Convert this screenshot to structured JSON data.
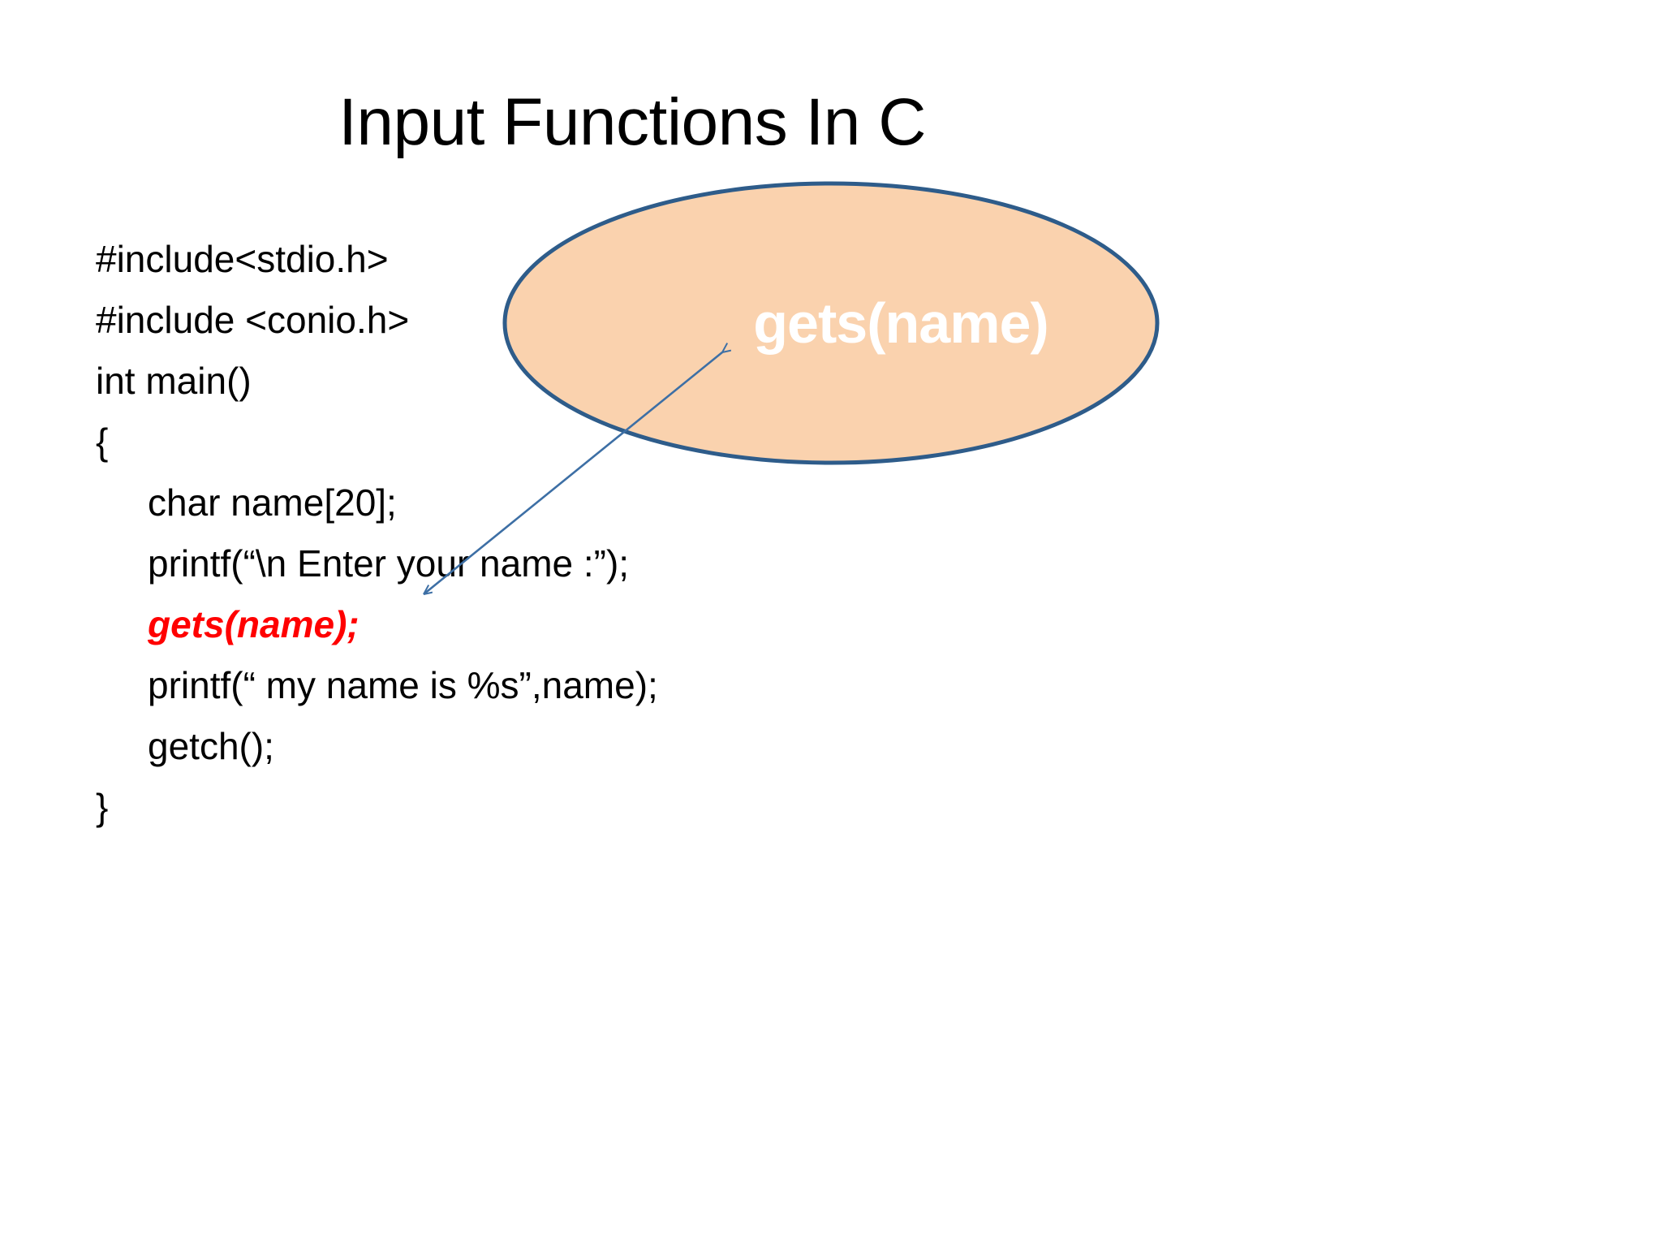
{
  "slide": {
    "background_color": "#FFFFFF",
    "title": "Input Functions In C"
  },
  "code": {
    "text_color": "#000000",
    "highlight_color": "#FF0000",
    "lines": [
      {
        "text": "#include<stdio.h>",
        "indent": false,
        "highlight": false
      },
      {
        "text": "#include <conio.h>",
        "indent": false,
        "highlight": false
      },
      {
        "text": "int main()",
        "indent": false,
        "highlight": false
      },
      {
        "text": "{",
        "indent": false,
        "highlight": false
      },
      {
        "text": "char name[20];",
        "indent": true,
        "highlight": false
      },
      {
        "text": "printf(“\\n Enter your name :”);",
        "indent": true,
        "highlight": false
      },
      {
        "text": "gets(name);",
        "indent": true,
        "highlight": true
      },
      {
        "text": "printf(“ my name is %s”,name);",
        "indent": true,
        "highlight": false
      },
      {
        "text": "getch();",
        "indent": true,
        "highlight": false
      },
      {
        "text": "}",
        "indent": false,
        "highlight": false
      }
    ]
  },
  "callout": {
    "label": "gets(name)",
    "fill_color": "#FAD2AE",
    "border_color": "#2E5C8A",
    "label_color": "#FFFFFF",
    "shape": "ellipse"
  },
  "connector": {
    "type": "double-headed-arrow",
    "color": "#3D6FA5"
  }
}
